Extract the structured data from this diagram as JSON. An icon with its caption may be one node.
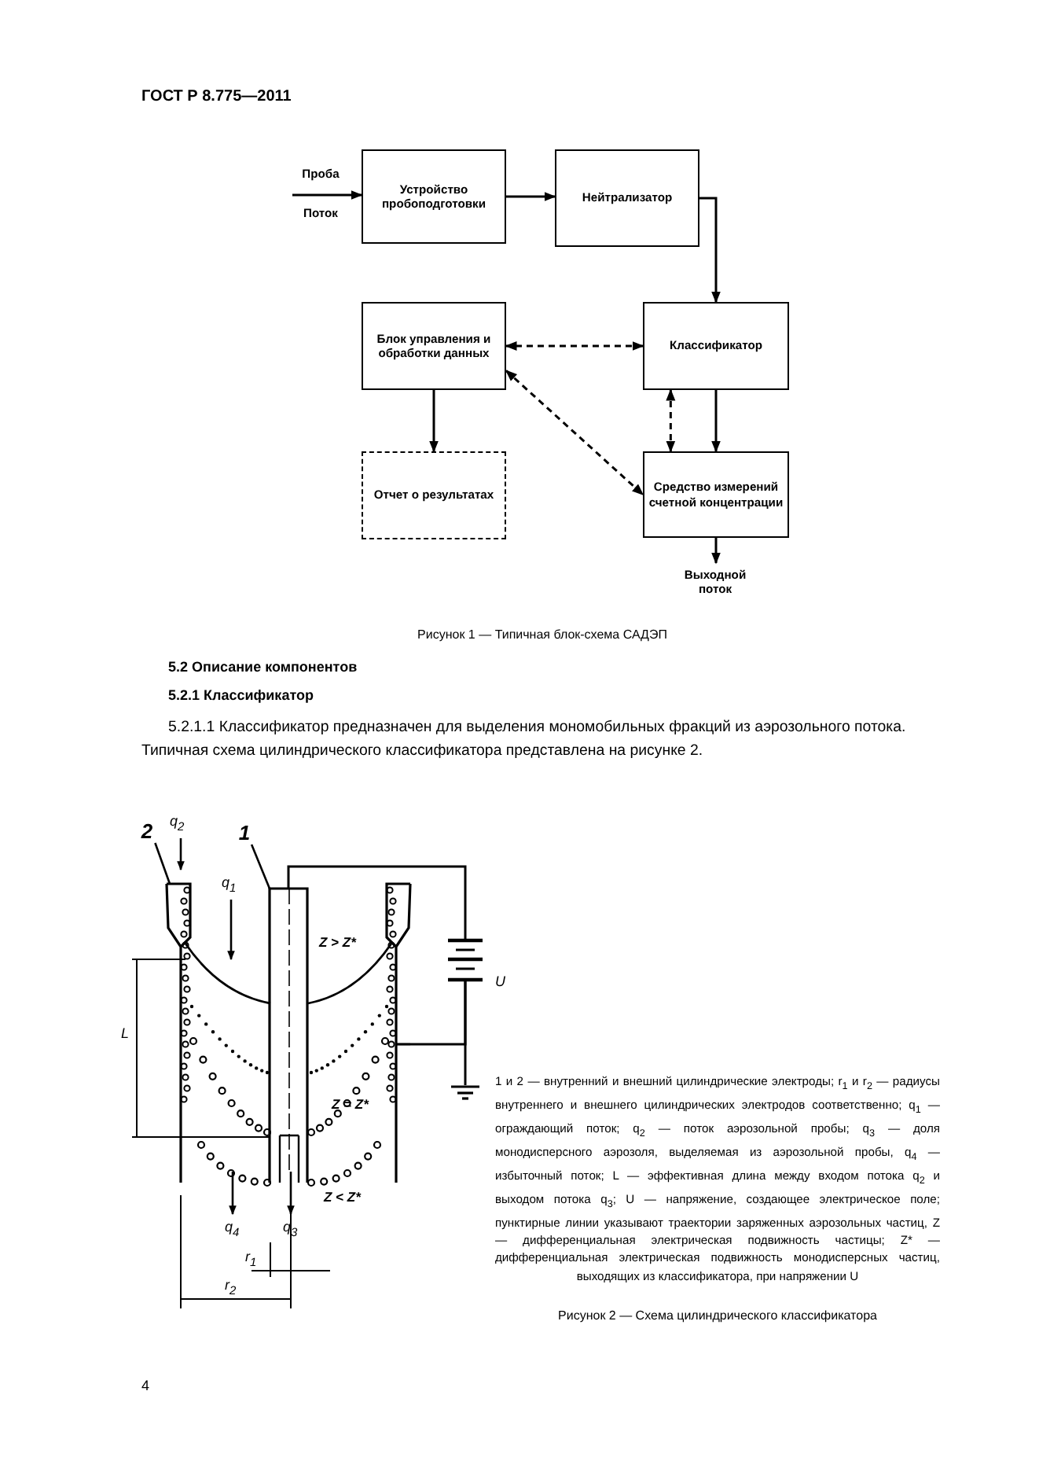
{
  "diagram": {
    "nodes": [
      {
        "text": [
          "Проба",
          "Поток"
        ]
      },
      {
        "text": [
          "Устройство пробоподготовки"
        ]
      },
      {
        "text": [
          "Нейтрализатор"
        ]
      },
      {
        "text": [
          "Блок управления и обработки данных"
        ]
      },
      {
        "text": [
          "Классификатор"
        ]
      },
      {
        "text": [
          "Отчет о результатах"
        ]
      },
      {
        "text": [
          "Средство измерений счетной концентрации"
        ]
      },
      {
        "text": [
          "Выходной поток"
        ]
      },
      {
        "text": [
          "2"
        ]
      },
      {
        "text": [
          "1"
        ]
      },
      {
        "text": [],
        "shape": "bar"
      },
      {
        "text": [],
        "shape": "bar",
        "in": 10
      },
      {
        "text": [],
        "shape": "battery"
      },
      {
        "text": [],
        "shape": "ground"
      }
    ],
    "edges": [
      {
        "from": 0,
        "to": 1,
        "arrow": "to"
      },
      {
        "from": 1,
        "to": 2,
        "arrow": "to"
      },
      {
        "from": 2,
        "to": 4,
        "arrow": "to"
      },
      {
        "from": 4,
        "to": 3,
        "arrow": "both",
        "style": "dashed"
      },
      {
        "from": 3,
        "to": 6,
        "arrow": "both",
        "style": "dashed"
      },
      {
        "from": 4,
        "to": 6,
        "arrow": "both",
        "style": "dashed"
      },
      {
        "from": 4,
        "to": 6,
        "arrow": "to"
      },
      {
        "from": 3,
        "to": 5,
        "arrow": "to"
      },
      {
        "from": 6,
        "to": 7,
        "arrow": "to"
      },
      {
        "from": 8,
        "to": 10,
        "arrow": "none"
      },
      {
        "from": 9,
        "to": 11,
        "arrow": "none"
      },
      {
        "from": 11,
        "to": 12,
        "arrow": "none"
      },
      {
        "from": 12,
        "to": 13,
        "arrow": "none"
      },
      {
        "from": 10,
        "to": 12,
        "arrow": "none"
      }
    ],
    "labels": [
      "ГОСТ Р 8.775—2011",
      "Рисунок 1 — Типичная блок-схема САДЭП",
      "5.2 Описание компонентов",
      "5.2.1 Классификатор",
      "5.2.1.1 Классификатор предназначен для выделения мономобильных фракций из аэрозольного потока. Типичная схема цилиндрического классификатора представлена на рисунке 2.",
      "q$_{2}$",
      "q$_{1}$",
      "Z > Z*",
      "U",
      "L",
      "Z = Z*",
      "1 и 2 — внутренний и внешний цилиндрические электроды; r$_{1}$ и r$_{2}$ — радиусы внутреннего и внешнего цилиндрических электродов соответственно; q$_{1}$ — ограждающий поток; q$_{2}$ — поток аэрозольной пробы; q$_{3}$ — доля монодисперсного аэрозоля, выделяемая из аэрозольной пробы, q$_{4}$ — избыточный поток; L — эффективная длина между входом потока q$_{2}$ и выходом потока q$_{3}$; U — напряжение, создающее электрическое поле; пунктирные линии указывают траектории заряженных аэрозольных частиц, Z — дифференциальная электрическая подвижность частицы; Z* — дифференциальная электрическая подвижность монодисперсных частиц, выходящих из классификатора, при напряжении U",
      "Z < Z*",
      "q$_{4}$",
      "q$_{3}$",
      "r$_{1}$",
      "r$_{2}$",
      "Рисунок 2 — Схема цилиндрического классификатора",
      "4"
    ]
  }
}
